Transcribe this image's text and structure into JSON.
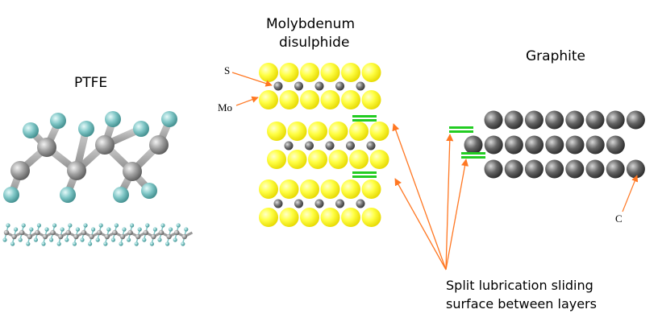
{
  "labels": {
    "ptfe": "PTFE",
    "mos2_line1": "Molybdenum",
    "mos2_line2": "disulphide",
    "graphite": "Graphite",
    "sulfur": "S",
    "molybdenum": "Mo",
    "carbon": "C",
    "caption_line1": "Split lubrication sliding",
    "caption_line2": "surface between layers"
  },
  "colors": {
    "sulfur_atom": "#ffff33",
    "molybdenum_atom": "#666666",
    "carbon_atom": "#555555",
    "fluorine_atom": "#7fc6c6",
    "ptfe_carbon_atom": "#9a9a9a",
    "slip_plane": "#22cc22",
    "arrow": "#ff7722"
  }
}
